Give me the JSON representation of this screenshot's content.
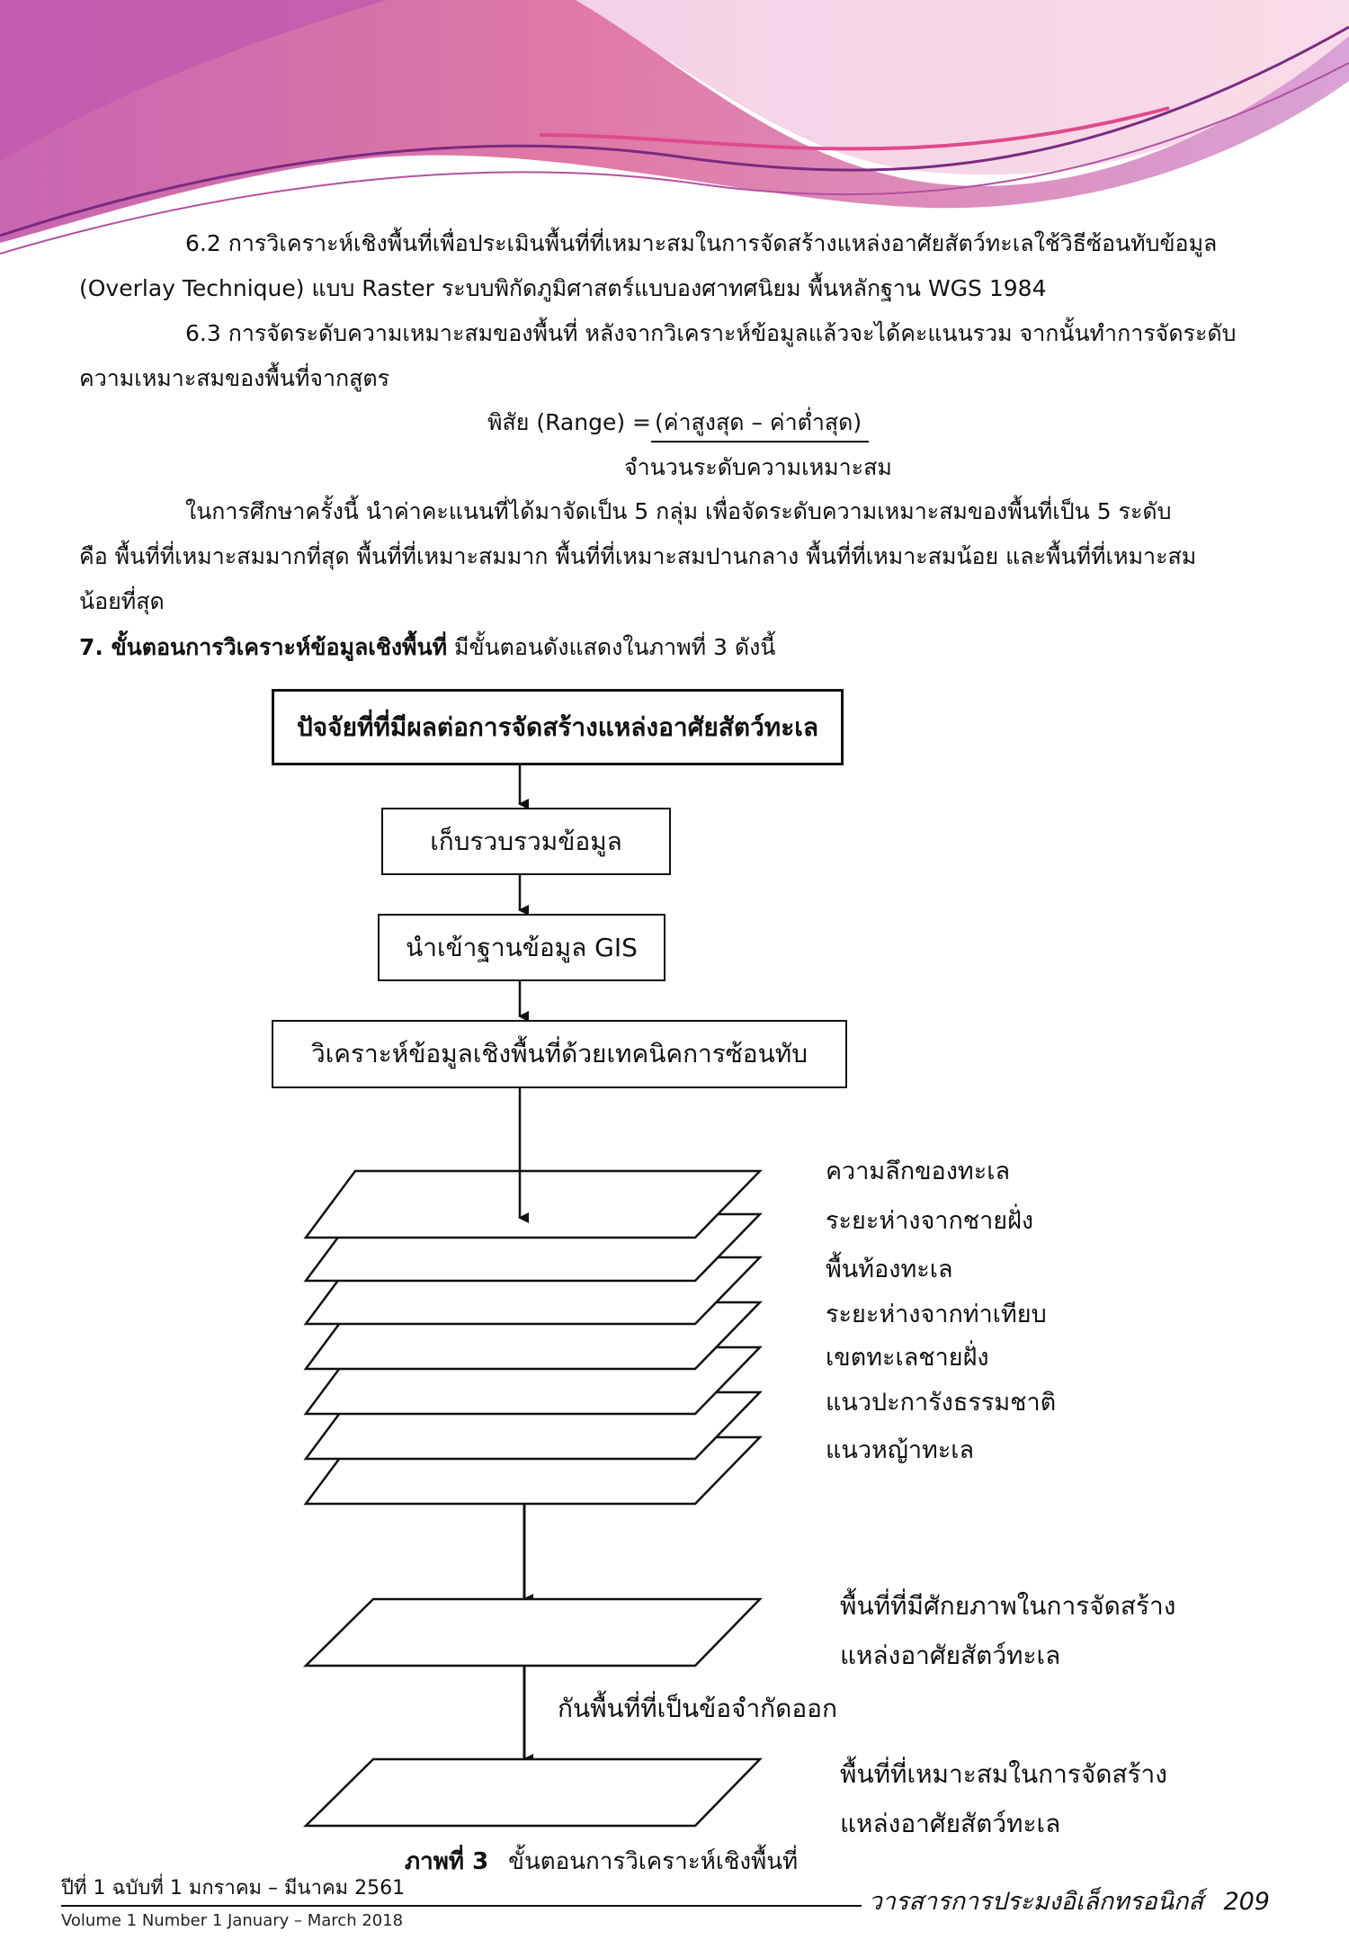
{
  "body": {
    "p62_line1": "6.2 การวิเคราะห์เชิงพื้นที่เพื่อประเมินพื้นที่ที่เหมาะสมในการจัดสร้างแหล่งอาศัยสัตว์ทะเลใช้วิธีซ้อนทับข้อมูล",
    "p62_line2": "(Overlay Technique) แบบ Raster ระบบพิกัดภูมิศาสตร์แบบองศาทศนิยม พื้นหลักฐาน WGS 1984",
    "p63_line1": "6.3 การจัดระดับความเหมาะสมของพื้นที่ หลังจากวิเคราะห์ข้อมูลแล้วจะได้คะแนนรวม จากนั้นทำการจัดระดับ",
    "p63_line2": "ความเหมาะสมของพื้นที่จากสูตร",
    "formula_left": "พิสัย (Range) = ",
    "formula_numerator": "(ค่าสูงสุด – ค่าต่ำสุด)",
    "formula_denominator": "จำนวนระดับความเหมาะสม",
    "p_study_line1": "ในการศึกษาครั้งนี้ นำค่าคะแนนที่ได้มาจัดเป็น 5 กลุ่ม เพื่อจัดระดับความเหมาะสมของพื้นที่เป็น 5 ระดับ",
    "p_study_line2": "คือ พื้นที่ที่เหมาะสมมากที่สุด พื้นที่ที่เหมาะสมมาก พื้นที่ที่เหมาะสมปานกลาง พื้นที่ที่เหมาะสมน้อย และพื้นที่ที่เหมาะสม",
    "p_study_line3": "น้อยที่สุด",
    "section7_bold": "7. ขั้นตอนการวิเคราะห์ข้อมูลเชิงพื้นที่",
    "section7_rest": " มีขั้นตอนดังแสดงในภาพที่ 3 ดังนี้"
  },
  "flowchart": {
    "box_factors": "ปัจจัยที่ที่มีผลต่อการจัดสร้างแหล่งอาศัยสัตว์ทะเล",
    "box_collect": "เก็บรวบรวมข้อมูล",
    "box_import": "นำเข้าฐานข้อมูล GIS",
    "box_analyze": "วิเคราะห์ข้อมูลเชิงพื้นที่ด้วยเทคนิคการซ้อนทับ",
    "layers": [
      "ความลึกของทะเล",
      "ระยะห่างจากชายฝั่ง",
      "พื้นท้องทะเล",
      "ระยะห่างจากท่าเทียบ",
      "เขตทะเลชายฝั่ง",
      "แนวปะการังธรรมชาติ",
      "แนวหญ้าทะเล"
    ],
    "potential_line1": "พื้นที่ที่มีศักยภาพในการจัดสร้าง",
    "potential_line2": "แหล่งอาศัยสัตว์ทะเล",
    "exclude_label": "กันพื้นที่ที่เป็นข้อจำกัดออก",
    "suitable_line1": "พื้นที่ที่เหมาะสมในการจัดสร้าง",
    "suitable_line2": "แหล่งอาศัยสัตว์ทะเล"
  },
  "caption": {
    "label": "ภาพที่ 3",
    "text": "ขั้นตอนการวิเคราะห์เชิงพื้นที่"
  },
  "footer": {
    "issue_th": "ปีที่ 1 ฉบับที่ 1 มกราคม – มีนาคม 2561",
    "issue_en": "Volume 1 Number 1 January – March 2018",
    "journal": "วารสารการประมงอิเล็กทรอนิกส์",
    "page": "209"
  },
  "colors": {
    "banner_pink": "#d9609a",
    "banner_magenta": "#c83d8a",
    "banner_lilac": "#d8a6d4",
    "banner_line": "#7a2a80"
  }
}
